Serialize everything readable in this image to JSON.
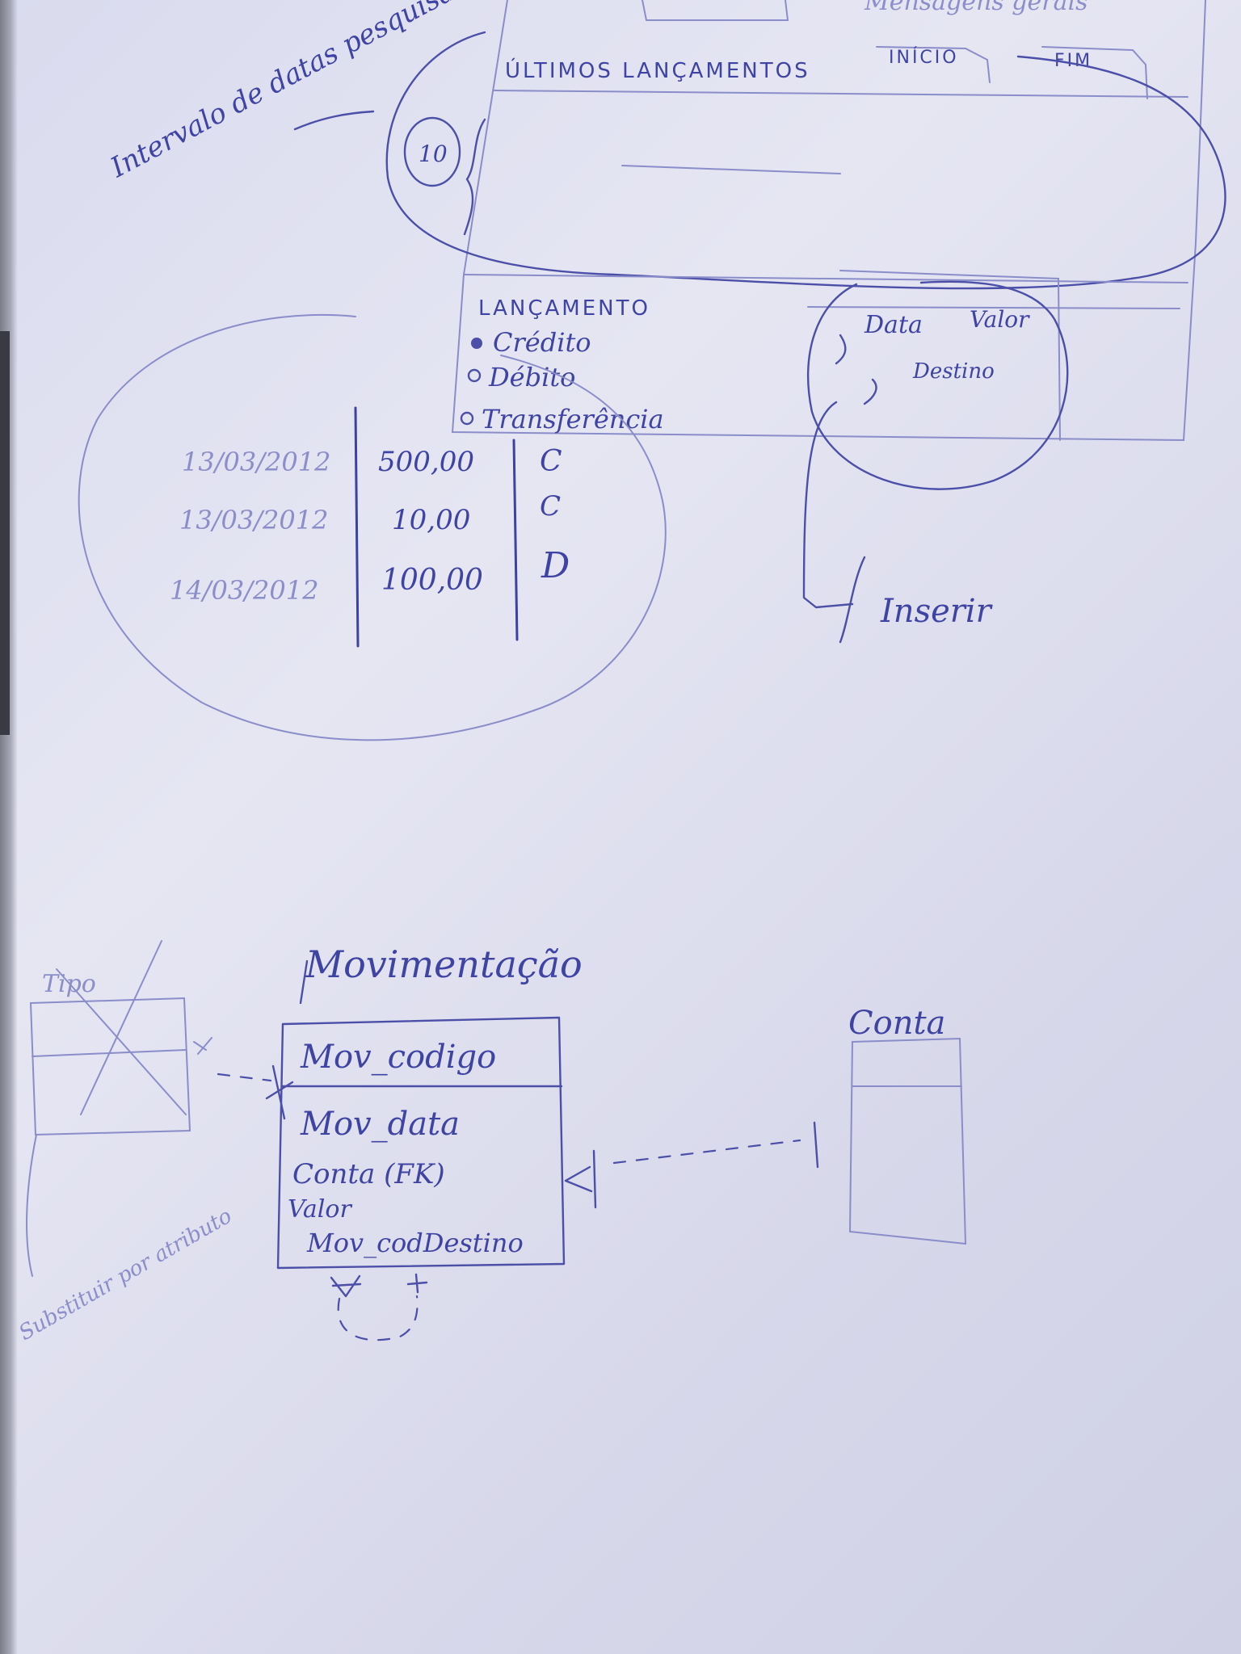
{
  "screen": {
    "header_items": [
      "ÚLTIMOS LANÇAMENTOS",
      "INÍCIO",
      "FIM"
    ],
    "top_right_text": "Mensagens gerais",
    "left_note": "Intervalo de datas pesquisa",
    "circle_marker": "10"
  },
  "lancamento": {
    "title": "LANÇAMENTO",
    "options": [
      {
        "label": "Crédito"
      },
      {
        "label": "Débito"
      },
      {
        "label": "Transferência"
      }
    ],
    "fields": [
      "Data",
      "Valor",
      "Destino"
    ],
    "action_label": "Inserir"
  },
  "list": {
    "rows": [
      {
        "date": "13/03/2012",
        "value": "500,00",
        "type": "C"
      },
      {
        "date": "13/03/2012",
        "value": "10,00",
        "type": "C"
      },
      {
        "date": "14/03/2012",
        "value": "100,00",
        "type": "D"
      }
    ]
  },
  "er": {
    "crossed_entity_label": "Tipo",
    "crossed_note": "Substituir por atributo",
    "entity_mov": {
      "title": "Movimentação",
      "pk": "Mov_codigo",
      "attributes": [
        "Mov_data",
        "Conta (FK)",
        "Valor",
        "Mov_codDestino"
      ]
    },
    "entity_conta": {
      "title": "Conta"
    }
  }
}
